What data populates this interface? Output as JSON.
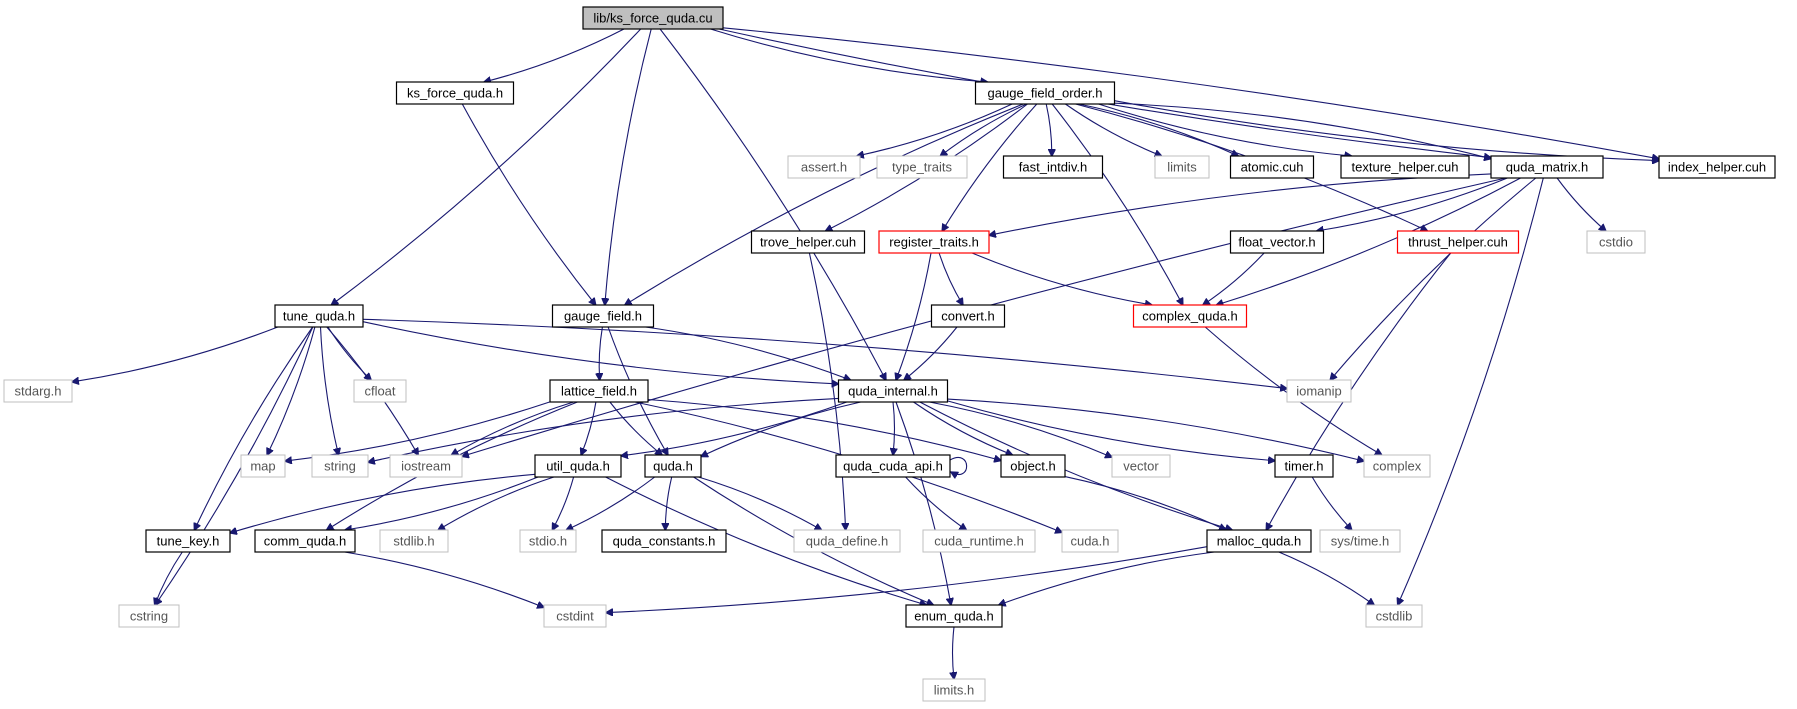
{
  "graph": {
    "root": "lib/ks_force_quda.cu",
    "colors": {
      "edge": "#191970",
      "root_fill": "#bfbfbf",
      "normal_border": "#000000",
      "missing_border": "#bfbfbf",
      "truncated_border": "#ff0000"
    },
    "nodes": [
      {
        "id": "root",
        "label": "lib/ks_force_quda.cu",
        "style": "root"
      },
      {
        "id": "ks_force_quda_h",
        "label": "ks_force_quda.h",
        "style": "normal"
      },
      {
        "id": "gauge_field_order_h",
        "label": "gauge_field_order.h",
        "style": "normal"
      },
      {
        "id": "assert_h",
        "label": "assert.h",
        "style": "grey"
      },
      {
        "id": "type_traits",
        "label": "type_traits",
        "style": "grey"
      },
      {
        "id": "fast_intdiv_h",
        "label": "fast_intdiv.h",
        "style": "normal"
      },
      {
        "id": "limits",
        "label": "limits",
        "style": "grey"
      },
      {
        "id": "atomic_cuh",
        "label": "atomic.cuh",
        "style": "normal"
      },
      {
        "id": "texture_helper_cuh",
        "label": "texture_helper.cuh",
        "style": "normal"
      },
      {
        "id": "quda_matrix_h",
        "label": "quda_matrix.h",
        "style": "normal"
      },
      {
        "id": "index_helper_cuh",
        "label": "index_helper.cuh",
        "style": "normal"
      },
      {
        "id": "trove_helper_cuh",
        "label": "trove_helper.cuh",
        "style": "normal"
      },
      {
        "id": "register_traits_h",
        "label": "register_traits.h",
        "style": "red"
      },
      {
        "id": "float_vector_h",
        "label": "float_vector.h",
        "style": "normal"
      },
      {
        "id": "thrust_helper_cuh",
        "label": "thrust_helper.cuh",
        "style": "red"
      },
      {
        "id": "cstdio",
        "label": "cstdio",
        "style": "grey"
      },
      {
        "id": "tune_quda_h",
        "label": "tune_quda.h",
        "style": "normal"
      },
      {
        "id": "gauge_field_h",
        "label": "gauge_field.h",
        "style": "normal"
      },
      {
        "id": "convert_h",
        "label": "convert.h",
        "style": "normal"
      },
      {
        "id": "complex_quda_h",
        "label": "complex_quda.h",
        "style": "red"
      },
      {
        "id": "stdarg_h",
        "label": "stdarg.h",
        "style": "grey"
      },
      {
        "id": "cfloat",
        "label": "cfloat",
        "style": "grey"
      },
      {
        "id": "lattice_field_h",
        "label": "lattice_field.h",
        "style": "normal"
      },
      {
        "id": "quda_internal_h",
        "label": "quda_internal.h",
        "style": "normal"
      },
      {
        "id": "iomanip",
        "label": "iomanip",
        "style": "grey"
      },
      {
        "id": "map",
        "label": "map",
        "style": "grey"
      },
      {
        "id": "string",
        "label": "string",
        "style": "grey"
      },
      {
        "id": "iostream",
        "label": "iostream",
        "style": "grey"
      },
      {
        "id": "util_quda_h",
        "label": "util_quda.h",
        "style": "normal"
      },
      {
        "id": "quda_h",
        "label": "quda.h",
        "style": "normal"
      },
      {
        "id": "quda_cuda_api_h",
        "label": "quda_cuda_api.h",
        "style": "normal"
      },
      {
        "id": "object_h",
        "label": "object.h",
        "style": "normal"
      },
      {
        "id": "vector",
        "label": "vector",
        "style": "grey"
      },
      {
        "id": "timer_h",
        "label": "timer.h",
        "style": "normal"
      },
      {
        "id": "complex",
        "label": "complex",
        "style": "grey"
      },
      {
        "id": "tune_key_h",
        "label": "tune_key.h",
        "style": "normal"
      },
      {
        "id": "comm_quda_h",
        "label": "comm_quda.h",
        "style": "normal"
      },
      {
        "id": "stdlib_h",
        "label": "stdlib.h",
        "style": "grey"
      },
      {
        "id": "stdio_h",
        "label": "stdio.h",
        "style": "grey"
      },
      {
        "id": "quda_constants_h",
        "label": "quda_constants.h",
        "style": "normal"
      },
      {
        "id": "quda_define_h",
        "label": "quda_define.h",
        "style": "grey"
      },
      {
        "id": "cuda_runtime_h",
        "label": "cuda_runtime.h",
        "style": "grey"
      },
      {
        "id": "cuda_h",
        "label": "cuda.h",
        "style": "grey"
      },
      {
        "id": "sys_time_h",
        "label": "sys/time.h",
        "style": "grey"
      },
      {
        "id": "malloc_quda_h",
        "label": "malloc_quda.h",
        "style": "normal"
      },
      {
        "id": "cstring",
        "label": "cstring",
        "style": "grey"
      },
      {
        "id": "cstdint",
        "label": "cstdint",
        "style": "grey"
      },
      {
        "id": "enum_quda_h",
        "label": "enum_quda.h",
        "style": "normal"
      },
      {
        "id": "cstdlib",
        "label": "cstdlib",
        "style": "grey"
      },
      {
        "id": "limits_h",
        "label": "limits.h",
        "style": "grey"
      }
    ],
    "edges": [
      [
        "root",
        "ks_force_quda_h"
      ],
      [
        "root",
        "gauge_field_order_h"
      ],
      [
        "root",
        "tune_quda_h"
      ],
      [
        "root",
        "gauge_field_h"
      ],
      [
        "root",
        "quda_internal_h"
      ],
      [
        "root",
        "quda_matrix_h"
      ],
      [
        "root",
        "index_helper_cuh"
      ],
      [
        "ks_force_quda_h",
        "gauge_field_h"
      ],
      [
        "gauge_field_order_h",
        "assert_h"
      ],
      [
        "gauge_field_order_h",
        "type_traits"
      ],
      [
        "gauge_field_order_h",
        "fast_intdiv_h"
      ],
      [
        "gauge_field_order_h",
        "limits"
      ],
      [
        "gauge_field_order_h",
        "atomic_cuh"
      ],
      [
        "gauge_field_order_h",
        "texture_helper_cuh"
      ],
      [
        "gauge_field_order_h",
        "quda_matrix_h"
      ],
      [
        "gauge_field_order_h",
        "index_helper_cuh"
      ],
      [
        "gauge_field_order_h",
        "trove_helper_cuh"
      ],
      [
        "gauge_field_order_h",
        "register_traits_h"
      ],
      [
        "gauge_field_order_h",
        "thrust_helper_cuh"
      ],
      [
        "gauge_field_order_h",
        "gauge_field_h"
      ],
      [
        "gauge_field_order_h",
        "complex_quda_h"
      ],
      [
        "quda_matrix_h",
        "cstdio"
      ],
      [
        "quda_matrix_h",
        "float_vector_h"
      ],
      [
        "quda_matrix_h",
        "register_traits_h"
      ],
      [
        "quda_matrix_h",
        "complex_quda_h"
      ],
      [
        "quda_matrix_h",
        "iomanip"
      ],
      [
        "quda_matrix_h",
        "cstdlib"
      ],
      [
        "quda_matrix_h",
        "iostream"
      ],
      [
        "trove_helper_cuh",
        "quda_define_h"
      ],
      [
        "register_traits_h",
        "convert_h"
      ],
      [
        "register_traits_h",
        "quda_internal_h"
      ],
      [
        "register_traits_h",
        "complex_quda_h"
      ],
      [
        "float_vector_h",
        "complex_quda_h"
      ],
      [
        "thrust_helper_cuh",
        "malloc_quda_h"
      ],
      [
        "convert_h",
        "quda_internal_h"
      ],
      [
        "complex_quda_h",
        "complex"
      ],
      [
        "tune_quda_h",
        "stdarg_h"
      ],
      [
        "tune_quda_h",
        "cfloat"
      ],
      [
        "tune_quda_h",
        "map"
      ],
      [
        "tune_quda_h",
        "string"
      ],
      [
        "tune_quda_h",
        "iostream"
      ],
      [
        "tune_quda_h",
        "quda_internal_h"
      ],
      [
        "tune_quda_h",
        "iomanip"
      ],
      [
        "tune_quda_h",
        "tune_key_h"
      ],
      [
        "tune_quda_h",
        "cstring"
      ],
      [
        "gauge_field_h",
        "lattice_field_h"
      ],
      [
        "gauge_field_h",
        "quda_internal_h"
      ],
      [
        "gauge_field_h",
        "quda_h"
      ],
      [
        "lattice_field_h",
        "map"
      ],
      [
        "lattice_field_h",
        "iostream"
      ],
      [
        "lattice_field_h",
        "util_quda_h"
      ],
      [
        "lattice_field_h",
        "quda_h"
      ],
      [
        "lattice_field_h",
        "object_h"
      ],
      [
        "lattice_field_h",
        "comm_quda_h"
      ],
      [
        "lattice_field_h",
        "cuda_h"
      ],
      [
        "quda_internal_h",
        "string"
      ],
      [
        "quda_internal_h",
        "util_quda_h"
      ],
      [
        "quda_internal_h",
        "quda_h"
      ],
      [
        "quda_internal_h",
        "quda_cuda_api_h"
      ],
      [
        "quda_internal_h",
        "object_h"
      ],
      [
        "quda_internal_h",
        "vector"
      ],
      [
        "quda_internal_h",
        "timer_h"
      ],
      [
        "quda_internal_h",
        "complex"
      ],
      [
        "quda_internal_h",
        "malloc_quda_h"
      ],
      [
        "quda_internal_h",
        "enum_quda_h"
      ],
      [
        "util_quda_h",
        "tune_key_h"
      ],
      [
        "util_quda_h",
        "comm_quda_h"
      ],
      [
        "util_quda_h",
        "stdlib_h"
      ],
      [
        "util_quda_h",
        "stdio_h"
      ],
      [
        "util_quda_h",
        "enum_quda_h"
      ],
      [
        "quda_h",
        "stdio_h"
      ],
      [
        "quda_h",
        "quda_constants_h"
      ],
      [
        "quda_h",
        "quda_define_h"
      ],
      [
        "quda_h",
        "enum_quda_h"
      ],
      [
        "quda_cuda_api_h",
        "quda_cuda_api_h"
      ],
      [
        "quda_cuda_api_h",
        "cuda_runtime_h"
      ],
      [
        "object_h",
        "malloc_quda_h"
      ],
      [
        "timer_h",
        "sys_time_h"
      ],
      [
        "malloc_quda_h",
        "cstdint"
      ],
      [
        "malloc_quda_h",
        "enum_quda_h"
      ],
      [
        "malloc_quda_h",
        "cstdlib"
      ],
      [
        "tune_key_h",
        "cstring"
      ],
      [
        "comm_quda_h",
        "cstdint"
      ],
      [
        "enum_quda_h",
        "limits_h"
      ]
    ]
  }
}
